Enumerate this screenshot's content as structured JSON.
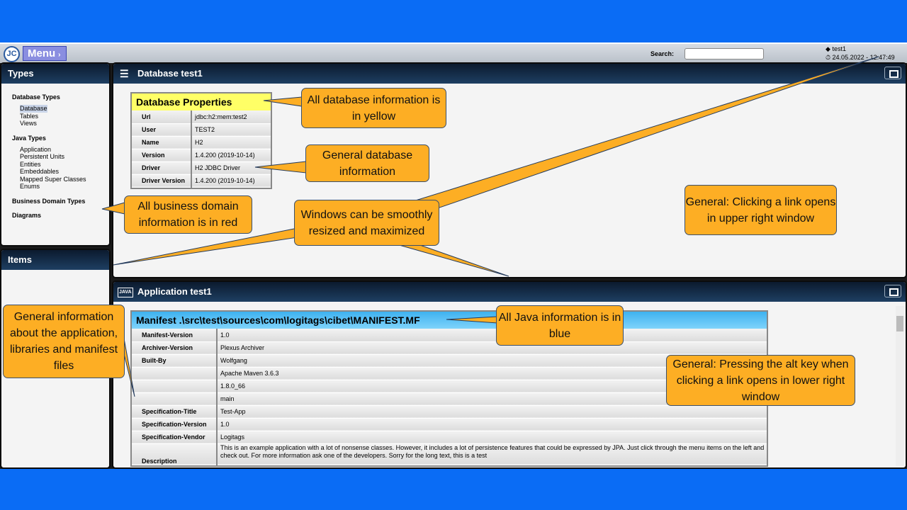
{
  "topbar": {
    "logo": "JC",
    "menu_label": "Menu",
    "search_label": "Search:",
    "search_value": "",
    "user": "test1",
    "datetime": "24.05.2022 - 12:47:49"
  },
  "types_panel": {
    "title": "Types",
    "groups": [
      {
        "label": "Database Types",
        "items": [
          "Database",
          "Tables",
          "Views"
        ]
      },
      {
        "label": "Java Types",
        "items": [
          "Application",
          "Persistent Units",
          "Entities",
          "Embeddables",
          "Mapped Super Classes",
          "Enums"
        ]
      },
      {
        "label": "Business Domain Types",
        "items": []
      },
      {
        "label": "Diagrams",
        "items": []
      }
    ]
  },
  "items_panel": {
    "title": "Items"
  },
  "db_panel": {
    "title": "Database test1",
    "table_title": "Database Properties",
    "rows": [
      {
        "k": "Url",
        "v": "jdbc:h2:mem:test2"
      },
      {
        "k": "User",
        "v": "TEST2"
      },
      {
        "k": "Name",
        "v": "H2"
      },
      {
        "k": "Version",
        "v": "1.4.200 (2019-10-14)"
      },
      {
        "k": "Driver",
        "v": "H2 JDBC Driver"
      },
      {
        "k": "Driver Version",
        "v": "1.4.200 (2019-10-14)"
      }
    ]
  },
  "app_panel": {
    "title": "Application test1",
    "table_title": "Manifest .\\src\\test\\sources\\com\\logitags\\cibet\\MANIFEST.MF",
    "rows": [
      {
        "k": "Manifest-Version",
        "v": "1.0"
      },
      {
        "k": "Archiver-Version",
        "v": "Plexus Archiver"
      },
      {
        "k": "Built-By",
        "v": "Wolfgang"
      },
      {
        "k": "",
        "v": "Apache Maven 3.6.3"
      },
      {
        "k": "",
        "v": "1.8.0_66"
      },
      {
        "k": "",
        "v": "main"
      },
      {
        "k": "Specification-Title",
        "v": "Test-App"
      },
      {
        "k": "Specification-Version",
        "v": "1.0"
      },
      {
        "k": "Specification-Vendor",
        "v": "Logitags"
      },
      {
        "k": "Description",
        "v": "This is an example application with a lot of nonsense classes. However, it includes a lot of persistence features that could be expressed by JPA. Just click through the menu items on the left and check out. For more information ask one of the developers. Sorry for the long text, this is a test"
      }
    ]
  },
  "callouts": [
    "All database information is in yellow",
    "General database information",
    "All business domain information is in red",
    "Windows can be smoothly resized and maximized",
    "General: Clicking a link opens in upper right window",
    "All Java information is in blue",
    "General information about the application, libraries and manifest files",
    "General: Pressing the alt key when clicking a link opens in lower right window"
  ],
  "colors": {
    "db_header": "#ffff66",
    "java_header": "#5cc0f5",
    "callout": "#fdae24",
    "background": "#0a6cf5"
  }
}
